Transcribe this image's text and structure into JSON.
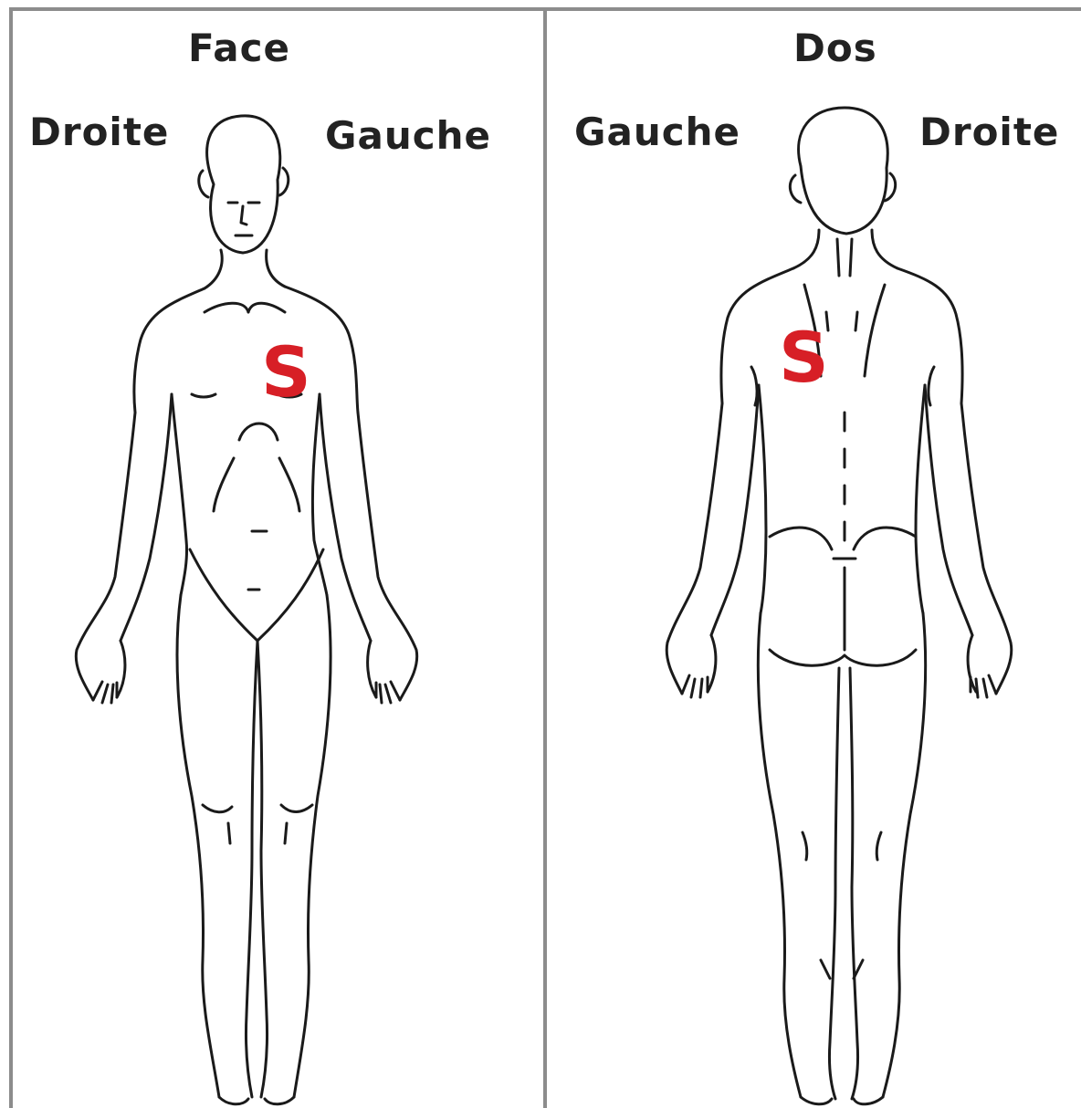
{
  "front": {
    "title": "Face",
    "left_label": "Droite",
    "right_label": "Gauche",
    "marker": "S"
  },
  "back": {
    "title": "Dos",
    "left_label": "Gauche",
    "right_label": "Droite",
    "marker": "S"
  },
  "colors": {
    "marker": "#d71f26",
    "outline": "#1a1a1a",
    "border": "#8c8c8c"
  },
  "icons": {
    "front_figure": "body-front-outline-icon",
    "back_figure": "body-back-outline-icon"
  }
}
